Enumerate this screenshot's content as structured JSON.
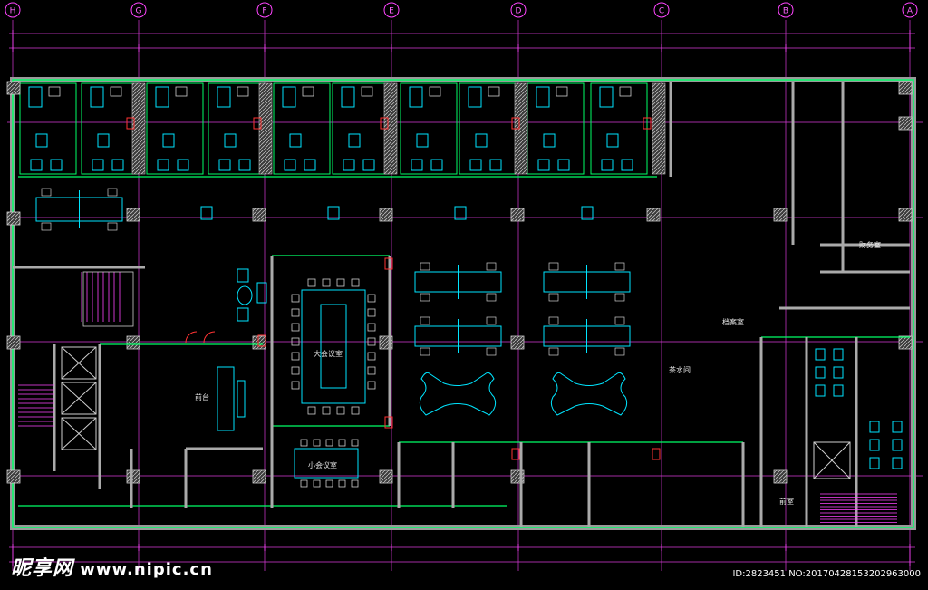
{
  "axes": [
    "H",
    "G",
    "F",
    "E",
    "D",
    "C",
    "B",
    "A"
  ],
  "labels": {
    "reception": "前台",
    "big_meeting": "大会议室",
    "small_meeting": "小会议室",
    "tea_room": "茶水间",
    "archive": "档案室",
    "finance": "财务室",
    "front_room": "前室"
  },
  "watermark": {
    "brand": "昵享网",
    "url": "www.nipic.cn"
  },
  "image_id": "ID:2823451 NO:20170428153202963000",
  "colors": {
    "axis": "#ff44ff",
    "wall": "#9a9a9a",
    "partition": "#00ff66",
    "furniture": "#00e5ff",
    "door": "#ff3333",
    "hatch": "#cfcfcf",
    "stair": "#ff44ff"
  }
}
